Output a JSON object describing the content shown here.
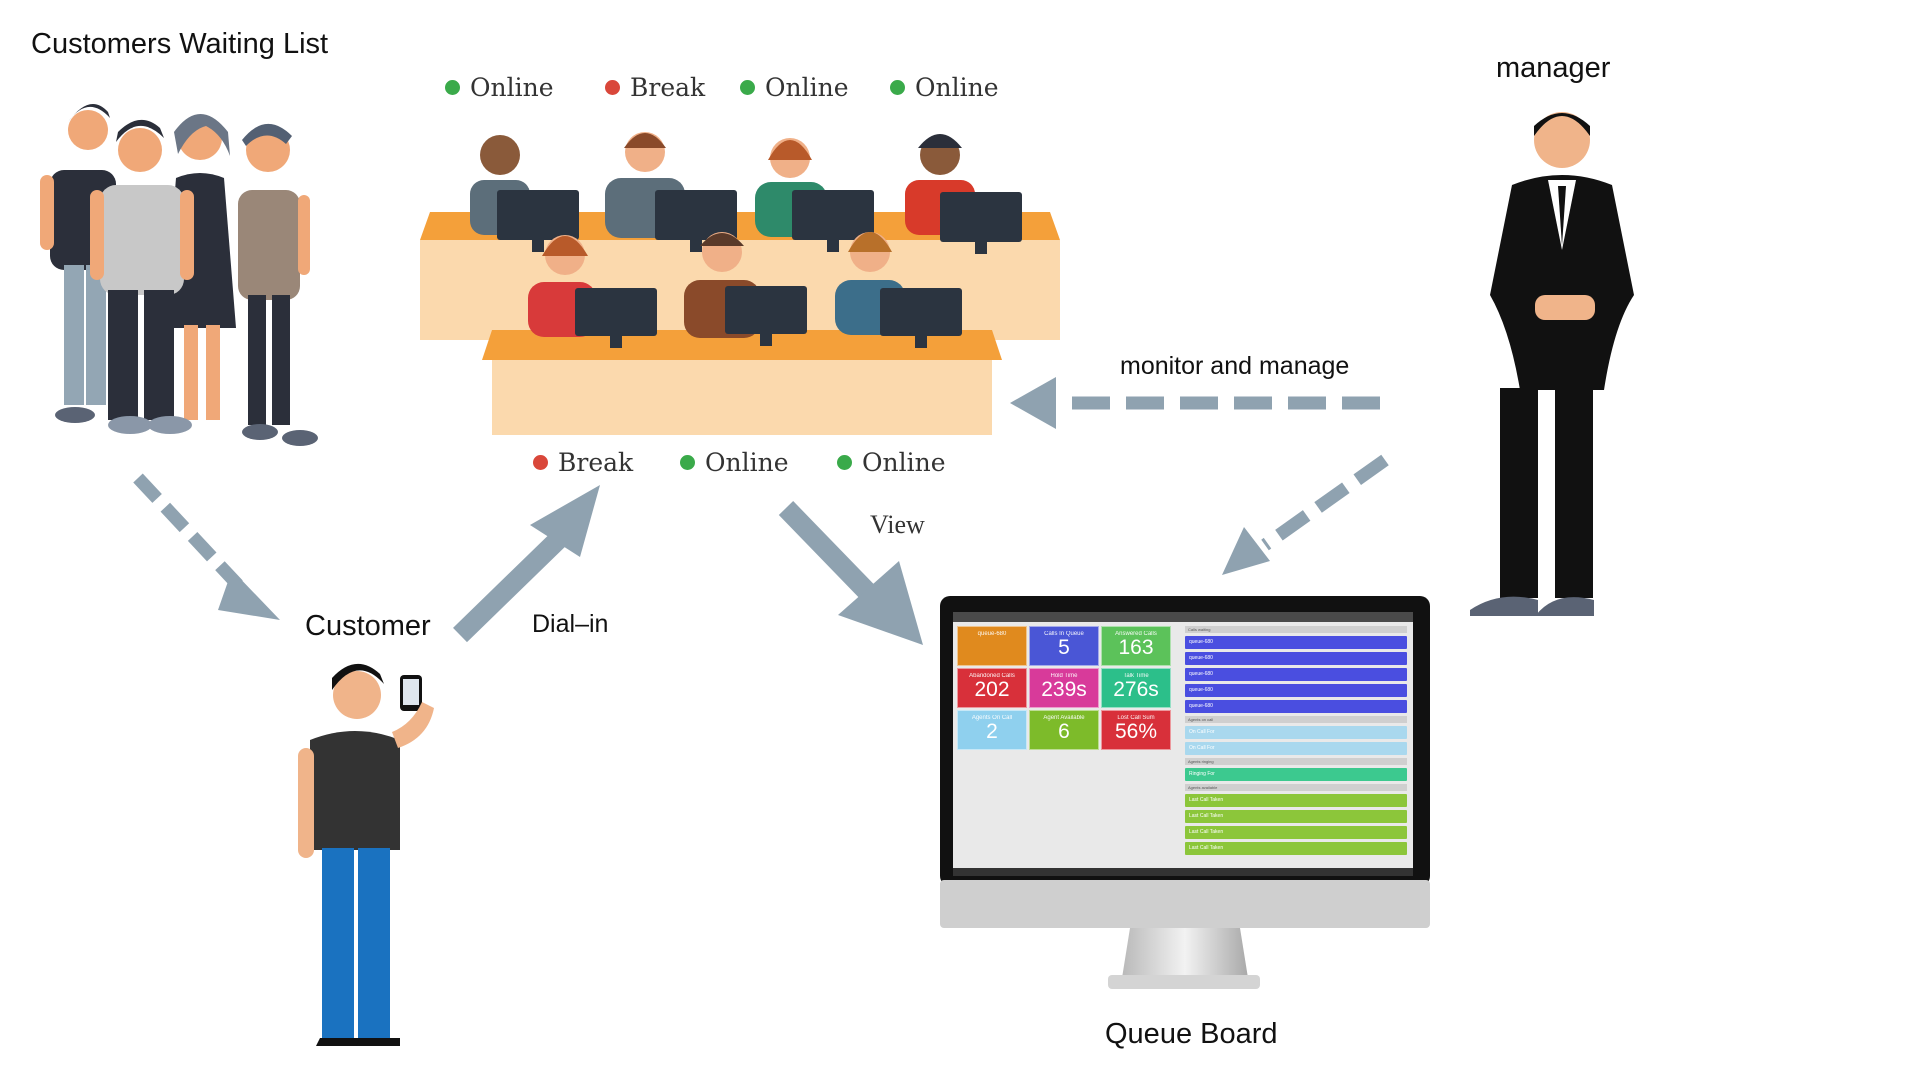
{
  "labels": {
    "waiting_list": "Customers Waiting List",
    "manager": "manager",
    "customer": "Customer",
    "dial_in": "Dial–in",
    "view": "View",
    "monitor_manage": "monitor and manage",
    "queue_board": "Queue Board"
  },
  "agent_status_top": [
    {
      "label": "Online",
      "color": "#3aaa4a"
    },
    {
      "label": "Break",
      "color": "#d9473a"
    },
    {
      "label": "Online",
      "color": "#3aaa4a"
    },
    {
      "label": "Online",
      "color": "#3aaa4a"
    }
  ],
  "agent_status_bottom": [
    {
      "label": "Break",
      "color": "#d9473a"
    },
    {
      "label": "Online",
      "color": "#3aaa4a"
    },
    {
      "label": "Online",
      "color": "#3aaa4a"
    }
  ],
  "queue_board": {
    "tiles": [
      {
        "title": "queue-680",
        "value": "",
        "color": "#e08a1e"
      },
      {
        "title": "Calls In Queue",
        "value": "5",
        "color": "#4a56d6"
      },
      {
        "title": "Answered Calls",
        "value": "163",
        "color": "#5cc25a"
      },
      {
        "title": "Abandoned Calls",
        "value": "202",
        "color": "#d8303a"
      },
      {
        "title": "Hold Time",
        "value": "239s",
        "color": "#d83a9a"
      },
      {
        "title": "Talk Time",
        "value": "276s",
        "color": "#2cbf8a"
      },
      {
        "title": "Agents On Call",
        "value": "2",
        "color": "#8fd0ee"
      },
      {
        "title": "Agent Available",
        "value": "6",
        "color": "#7dbb2a"
      },
      {
        "title": "Lost Call Sum",
        "value": "56%",
        "color": "#d8303a"
      }
    ],
    "rows": [
      {
        "type": "sec",
        "text": "Calls waiting"
      },
      {
        "type": "row",
        "text": "queue-680",
        "color": "#4a4ee0"
      },
      {
        "type": "row",
        "text": "queue-680",
        "color": "#4a4ee0"
      },
      {
        "type": "row",
        "text": "queue-680",
        "color": "#4a4ee0"
      },
      {
        "type": "row",
        "text": "queue-680",
        "color": "#4a4ee0"
      },
      {
        "type": "row",
        "text": "queue-680",
        "color": "#4a4ee0"
      },
      {
        "type": "sec",
        "text": "Agents on call"
      },
      {
        "type": "row",
        "text": "On Call For",
        "color": "#a9d8ee"
      },
      {
        "type": "row",
        "text": "On Call For",
        "color": "#a9d8ee"
      },
      {
        "type": "sec",
        "text": "Agents ringing"
      },
      {
        "type": "row",
        "text": "Ringing For",
        "color": "#3cc98f"
      },
      {
        "type": "sec",
        "text": "Agents available"
      },
      {
        "type": "row",
        "text": "Last Call Taken",
        "color": "#8cc63a"
      },
      {
        "type": "row",
        "text": "Last Call Taken",
        "color": "#8cc63a"
      },
      {
        "type": "row",
        "text": "Last Call Taken",
        "color": "#8cc63a"
      },
      {
        "type": "row",
        "text": "Last Call Taken",
        "color": "#8cc63a"
      }
    ]
  }
}
